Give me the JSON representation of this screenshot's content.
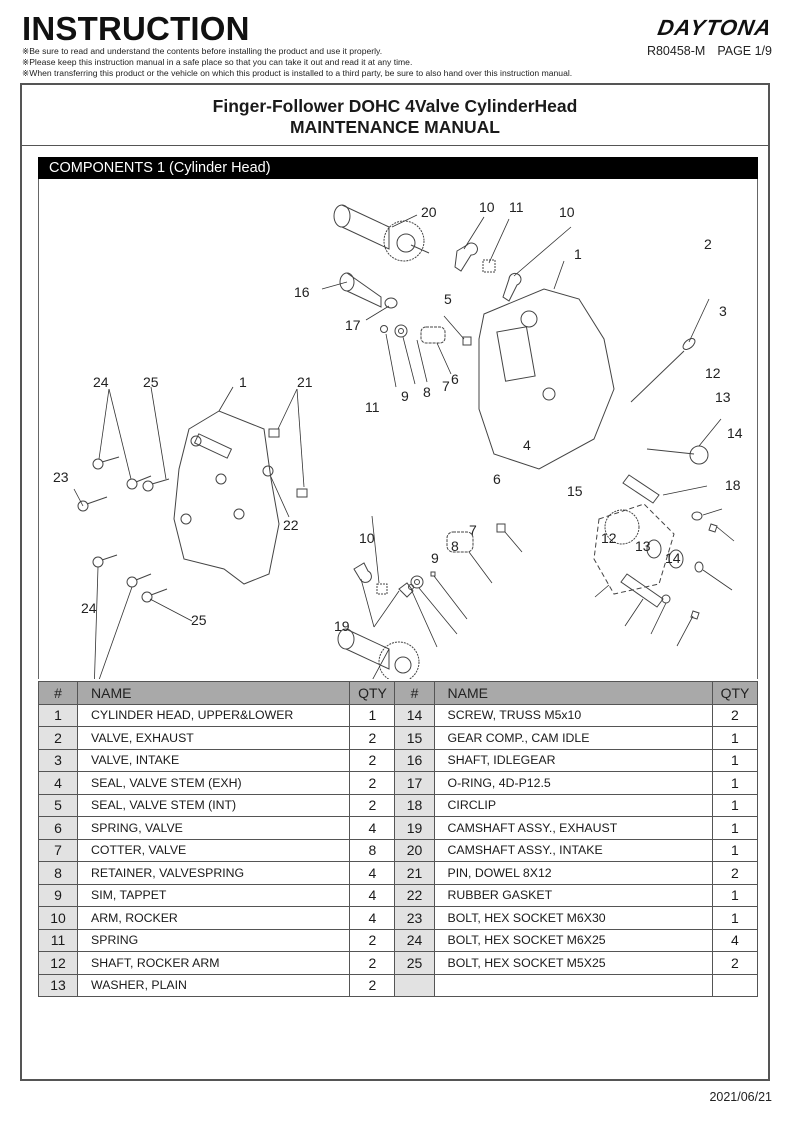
{
  "header": {
    "title": "INSTRUCTION",
    "notes": [
      "Be sure to read and understand the contents before installing the product and use it properly.",
      "Please keep this instruction manual in a safe place so that you can take it out and read it at any time.",
      "When transferring this product or the vehicle on which this product is installed to a third party, be sure to also hand over this instruction manual."
    ],
    "brand_logo": "DAYTONA",
    "doc_number": "R80458-M",
    "page": "PAGE 1/9"
  },
  "document": {
    "title_line1": "Finger-Follower DOHC 4Valve CylinderHead",
    "title_line2": "MAINTENANCE MANUAL"
  },
  "section": {
    "title": "COMPONENTS 1  (Cylinder Head)"
  },
  "diagram": {
    "callouts": [
      "20",
      "10",
      "11",
      "10",
      "2",
      "1",
      "16",
      "5",
      "17",
      "3",
      "24",
      "25",
      "1",
      "21",
      "9",
      "8",
      "7",
      "6",
      "12",
      "13",
      "11",
      "14",
      "23",
      "4",
      "6",
      "15",
      "18",
      "22",
      "7",
      "10",
      "8",
      "12",
      "9",
      "13",
      "14",
      "24",
      "25",
      "19"
    ]
  },
  "parts_table": {
    "headers": {
      "no": "#",
      "name": "NAME",
      "qty": "QTY"
    },
    "left": [
      {
        "no": "1",
        "name": "CYLINDER HEAD, UPPER&LOWER",
        "qty": "1"
      },
      {
        "no": "2",
        "name": "VALVE, EXHAUST",
        "qty": "2"
      },
      {
        "no": "3",
        "name": "VALVE, INTAKE",
        "qty": "2"
      },
      {
        "no": "4",
        "name": "SEAL, VALVE STEM (EXH)",
        "qty": "2"
      },
      {
        "no": "5",
        "name": "SEAL, VALVE STEM (INT)",
        "qty": "2"
      },
      {
        "no": "6",
        "name": "SPRING, VALVE",
        "qty": "4"
      },
      {
        "no": "7",
        "name": "COTTER, VALVE",
        "qty": "8"
      },
      {
        "no": "8",
        "name": "RETAINER, VALVESPRING",
        "qty": "4"
      },
      {
        "no": "9",
        "name": "SIM, TAPPET",
        "qty": "4"
      },
      {
        "no": "10",
        "name": "ARM, ROCKER",
        "qty": "4"
      },
      {
        "no": "11",
        "name": "SPRING",
        "qty": "2"
      },
      {
        "no": "12",
        "name": "SHAFT, ROCKER ARM",
        "qty": "2"
      },
      {
        "no": "13",
        "name": "WASHER, PLAIN",
        "qty": "2"
      }
    ],
    "right": [
      {
        "no": "14",
        "name": "SCREW, TRUSS M5x10",
        "qty": "2"
      },
      {
        "no": "15",
        "name": "GEAR COMP., CAM IDLE",
        "qty": "1"
      },
      {
        "no": "16",
        "name": "SHAFT, IDLEGEAR",
        "qty": "1"
      },
      {
        "no": "17",
        "name": "O-RING, 4D-P12.5",
        "qty": "1"
      },
      {
        "no": "18",
        "name": "CIRCLIP",
        "qty": "1"
      },
      {
        "no": "19",
        "name": "CAMSHAFT ASSY., EXHAUST",
        "qty": "1"
      },
      {
        "no": "20",
        "name": "CAMSHAFT ASSY., INTAKE",
        "qty": "1"
      },
      {
        "no": "21",
        "name": "PIN, DOWEL 8X12",
        "qty": "2"
      },
      {
        "no": "22",
        "name": "RUBBER GASKET",
        "qty": "1"
      },
      {
        "no": "23",
        "name": "BOLT, HEX SOCKET M6X30",
        "qty": "1"
      },
      {
        "no": "24",
        "name": "BOLT, HEX SOCKET M6X25",
        "qty": "4"
      },
      {
        "no": "25",
        "name": "BOLT, HEX SOCKET M5X25",
        "qty": "2"
      },
      {
        "no": "",
        "name": "",
        "qty": ""
      }
    ]
  },
  "footer": {
    "date": "2021/06/21"
  }
}
